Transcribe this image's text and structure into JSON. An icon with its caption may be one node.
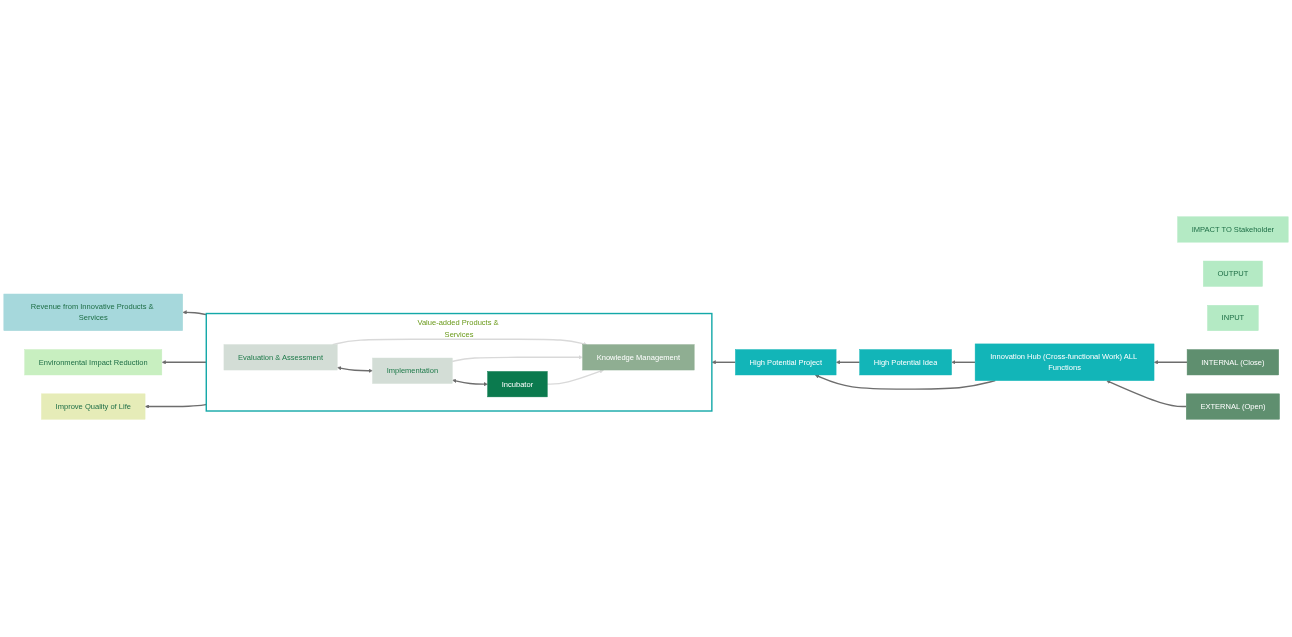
{
  "diagram": {
    "nodes": [
      {
        "text": [
          "IMPACT TO Stakeholder"
        ]
      },
      {
        "text": [
          "OUTPUT"
        ]
      },
      {
        "text": [
          "INPUT"
        ]
      },
      {
        "text": [
          "Revenue from Innovative Products & Services"
        ]
      },
      {
        "text": [
          "Environmental Impact Reduction"
        ]
      },
      {
        "text": [
          "Improve Quality of Life"
        ]
      },
      {
        "text": [
          "Value-added Products & Services"
        ]
      },
      {
        "text": [
          "Evaluation & Assessment"
        ],
        "in": 6
      },
      {
        "text": [
          "Implementation"
        ],
        "in": 6
      },
      {
        "text": [
          "Incubator"
        ],
        "in": 6
      },
      {
        "text": [
          "Knowledge Management"
        ],
        "in": 6
      },
      {
        "text": [
          "High Potential Project"
        ]
      },
      {
        "text": [
          "High Potential Idea"
        ]
      },
      {
        "text": [
          "Innovation Hub (Cross-functional Work) ALL Functions"
        ]
      },
      {
        "text": [
          "INTERNAL (Close)"
        ]
      },
      {
        "text": [
          "EXTERNAL (Open)"
        ]
      }
    ],
    "edges": [
      {
        "from": 12,
        "to": 11,
        "arrow": "to"
      },
      {
        "from": 11,
        "to": 6,
        "arrow": "to"
      },
      {
        "from": 13,
        "to": 11,
        "arrow": "to"
      },
      {
        "from": 13,
        "to": 12,
        "arrow": "to"
      },
      {
        "from": 14,
        "to": 13,
        "arrow": "to"
      },
      {
        "from": 15,
        "to": 13,
        "arrow": "to"
      },
      {
        "from": 7,
        "to": 8,
        "arrow": "both"
      },
      {
        "from": 8,
        "to": 9,
        "arrow": "both"
      },
      {
        "from": 7,
        "to": 10,
        "arrow": "to",
        "color": "#d9d9d9"
      },
      {
        "from": 8,
        "to": 10,
        "arrow": "to",
        "color": "#d9d9d9"
      },
      {
        "from": 9,
        "to": 10,
        "arrow": "to",
        "color": "#d9d9d9"
      },
      {
        "from": 6,
        "to": 3,
        "arrow": "to"
      },
      {
        "from": 6,
        "to": 4,
        "arrow": "to"
      },
      {
        "from": 6,
        "to": 5,
        "arrow": "to"
      }
    ]
  }
}
